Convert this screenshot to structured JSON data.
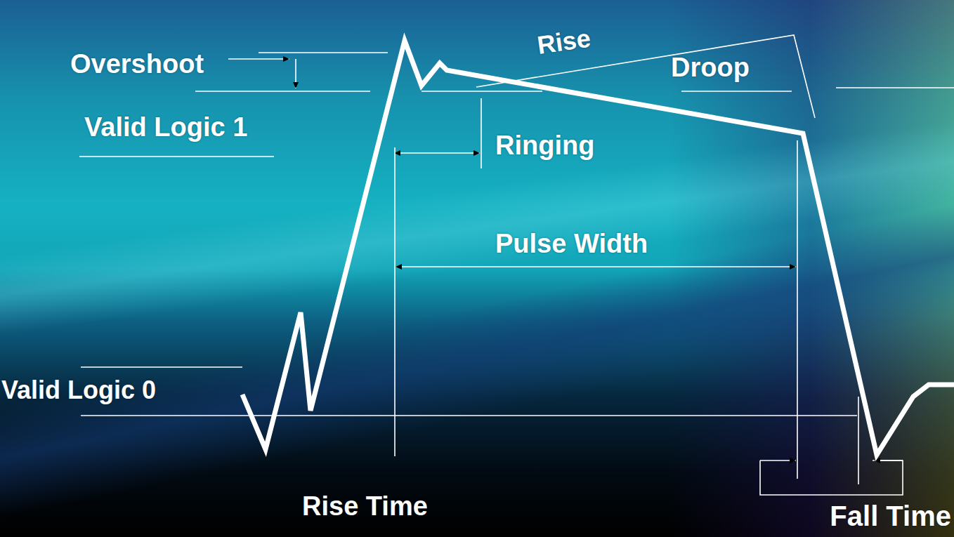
{
  "diagram": {
    "labels": [
      "Rise",
      "Overshoot",
      "Droop",
      "Valid Logic 1",
      "Ringing",
      "Pulse Width",
      "Valid Logic 0",
      "Rise Time",
      "Fall Time"
    ]
  }
}
